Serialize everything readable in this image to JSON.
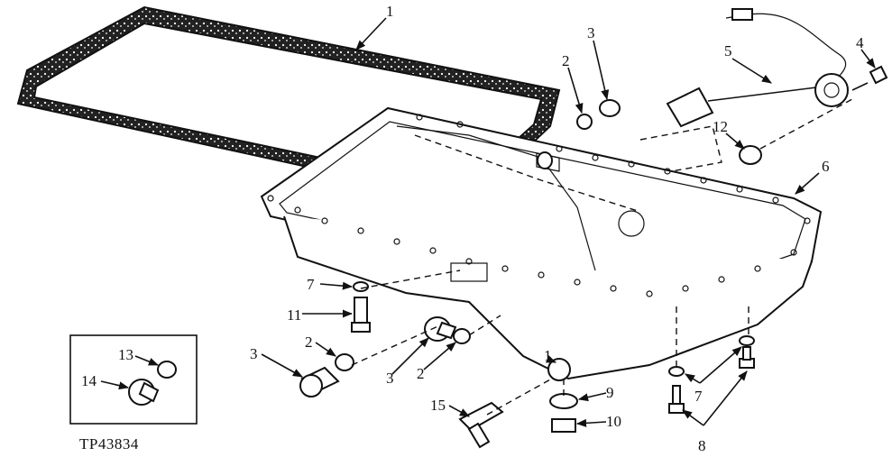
{
  "figure_code": "TP43834",
  "callouts": [
    "1",
    "2",
    "3",
    "4",
    "5",
    "6",
    "12",
    "7",
    "11",
    "2",
    "3",
    "3",
    "2",
    "1",
    "9",
    "10",
    "15",
    "7",
    "8",
    "13",
    "14"
  ],
  "colors": {
    "ink": "#111111",
    "paper": "#ffffff"
  }
}
